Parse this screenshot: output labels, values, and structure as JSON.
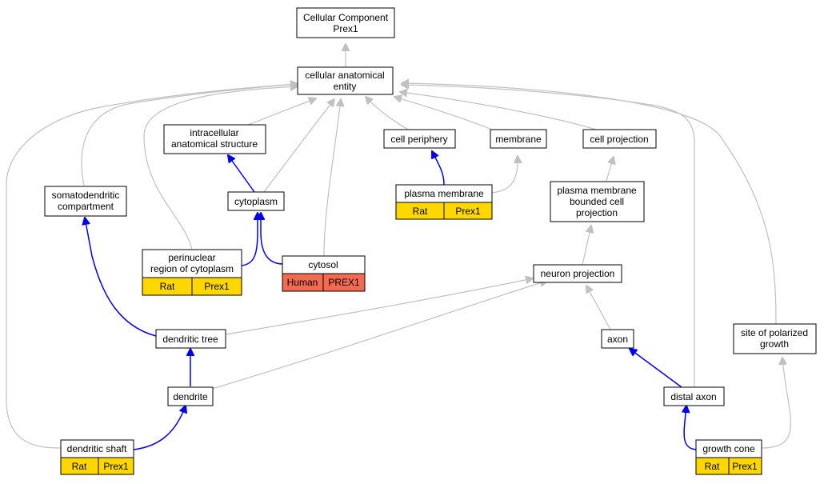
{
  "nodes": {
    "root": {
      "lines": [
        "Cellular Component",
        "Prex1"
      ]
    },
    "cae": {
      "lines": [
        "cellular anatomical",
        "entity"
      ]
    },
    "ias": {
      "lines": [
        "intracellular",
        "anatomical structure"
      ]
    },
    "cellper": {
      "lines": [
        "cell periphery"
      ]
    },
    "membrane": {
      "lines": [
        "membrane"
      ]
    },
    "cellproj": {
      "lines": [
        "cell projection"
      ]
    },
    "soma": {
      "lines": [
        "somatodendritic",
        "compartment"
      ]
    },
    "cytoplasm": {
      "lines": [
        "cytoplasm"
      ]
    },
    "pm": {
      "lines": [
        "plasma membrane"
      ],
      "species": "Rat",
      "gene": "Prex1"
    },
    "pmbcp": {
      "lines": [
        "plasma membrane",
        "bounded cell",
        "projection"
      ]
    },
    "perinuc": {
      "lines": [
        "perinuclear",
        "region of cytoplasm"
      ],
      "species": "Rat",
      "gene": "Prex1"
    },
    "cytosol": {
      "lines": [
        "cytosol"
      ],
      "species": "Human",
      "gene": "PREX1"
    },
    "neuronproj": {
      "lines": [
        "neuron projection"
      ]
    },
    "dtree": {
      "lines": [
        "dendritic tree"
      ]
    },
    "axon": {
      "lines": [
        "axon"
      ]
    },
    "spg": {
      "lines": [
        "site of polarized",
        "growth"
      ]
    },
    "dendrite": {
      "lines": [
        "dendrite"
      ]
    },
    "distalaxon": {
      "lines": [
        "distal axon"
      ]
    },
    "dshaft": {
      "lines": [
        "dendritic shaft"
      ],
      "species": "Rat",
      "gene": "Prex1"
    },
    "growthcone": {
      "lines": [
        "growth cone"
      ],
      "species": "Rat",
      "gene": "Prex1"
    }
  },
  "colors": {
    "rat_cell": "#FFD700",
    "human_cell": "#F26B50",
    "is_a_edge": "#c0c0c0",
    "part_of_edge": "#0000ee"
  }
}
